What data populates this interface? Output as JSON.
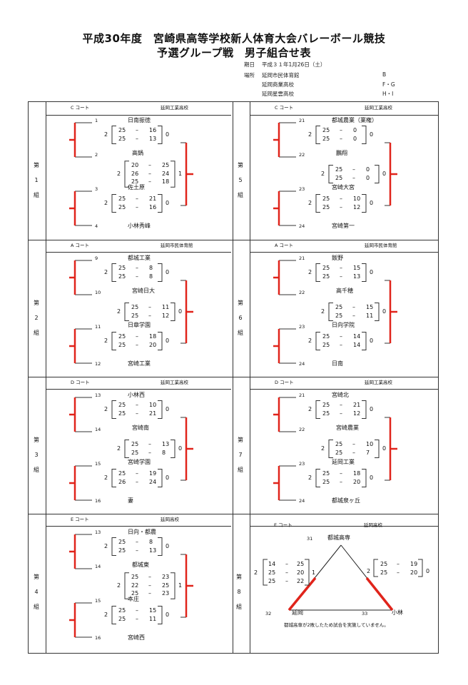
{
  "header": {
    "title_line1": "平成30年度　宮崎県高等学校新人体育大会バレーボール競技",
    "title_line2": "予選グループ戦　男子組合せ表",
    "date_label": "期日",
    "date_value": "平成３１年1月26日（土）",
    "venue_label": "場所",
    "venues": [
      {
        "name": "延岡市民体育館",
        "groups": "B"
      },
      {
        "name": "延岡商業高校",
        "groups": "F・G"
      },
      {
        "name": "延岡星雲高校",
        "groups": "H・I"
      }
    ]
  },
  "groups": [
    {
      "label": [
        "第",
        "1",
        "組"
      ],
      "court": "C コート",
      "venue": "延岡工業高校",
      "num_top": "1",
      "team_top": "日南振徳",
      "m1": {
        "sets": [
          [
            "25",
            "16"
          ],
          [
            "25",
            "13"
          ]
        ],
        "left": "2",
        "right": "0"
      },
      "num_second": "2",
      "team_second": "高鍋",
      "num_third": "3",
      "team_third": "佐土原",
      "m2": {
        "sets": [
          [
            "25",
            "21"
          ],
          [
            "25",
            "16"
          ]
        ],
        "left": "2",
        "right": "0"
      },
      "num_bottom": "4",
      "team_bottom": "小林秀峰",
      "final": {
        "sets": [
          [
            "20",
            "25"
          ],
          [
            "26",
            "24"
          ],
          [
            "25",
            "18"
          ]
        ],
        "left": "2",
        "right": "1"
      }
    },
    {
      "label": [
        "第",
        "5",
        "組"
      ],
      "court": "C コート",
      "venue": "延岡工業高校",
      "num_top": "21",
      "team_top": "都城農業（業権）",
      "m1": {
        "sets": [
          [
            "25",
            "0"
          ],
          [
            "25",
            "0"
          ]
        ],
        "left": "2",
        "right": "0"
      },
      "num_second": "22",
      "team_second": "鵬翔",
      "num_third": "23",
      "team_third": "宮崎大宮",
      "m2": {
        "sets": [
          [
            "25",
            "10"
          ],
          [
            "25",
            "12"
          ]
        ],
        "left": "2",
        "right": "0"
      },
      "num_bottom": "24",
      "team_bottom": "宮崎第一",
      "final": {
        "sets": [
          [
            "25",
            "0"
          ],
          [
            "25",
            "0"
          ]
        ],
        "left": "2",
        "right": "0"
      }
    },
    {
      "label": [
        "第",
        "2",
        "組"
      ],
      "court": "A コート",
      "venue": "延岡市民体育館",
      "num_top": "9",
      "team_top": "都城工業",
      "m1": {
        "sets": [
          [
            "25",
            "8"
          ],
          [
            "25",
            "8"
          ]
        ],
        "left": "2",
        "right": "0"
      },
      "num_second": "10",
      "team_second": "宮崎日大",
      "num_third": "11",
      "team_third": "日章学園",
      "m2": {
        "sets": [
          [
            "25",
            "18"
          ],
          [
            "25",
            "20"
          ]
        ],
        "left": "2",
        "right": "0"
      },
      "num_bottom": "12",
      "team_bottom": "宮崎工業",
      "final": {
        "sets": [
          [
            "25",
            "11"
          ],
          [
            "25",
            "12"
          ]
        ],
        "left": "2",
        "right": "0"
      }
    },
    {
      "label": [
        "第",
        "6",
        "組"
      ],
      "court": "A コート",
      "venue": "延岡市民体育館",
      "num_top": "21",
      "team_top": "飯野",
      "m1": {
        "sets": [
          [
            "25",
            "15"
          ],
          [
            "25",
            "13"
          ]
        ],
        "left": "2",
        "right": "0"
      },
      "num_second": "22",
      "team_second": "高千穂",
      "num_third": "23",
      "team_third": "日向学院",
      "m2": {
        "sets": [
          [
            "25",
            "14"
          ],
          [
            "25",
            "14"
          ]
        ],
        "left": "2",
        "right": "0"
      },
      "num_bottom": "24",
      "team_bottom": "日南",
      "final": {
        "sets": [
          [
            "25",
            "15"
          ],
          [
            "25",
            "11"
          ]
        ],
        "left": "2",
        "right": "0"
      }
    },
    {
      "label": [
        "第",
        "3",
        "組"
      ],
      "court": "D コート",
      "venue": "延岡工業高校",
      "num_top": "13",
      "team_top": "小林西",
      "m1": {
        "sets": [
          [
            "25",
            "10"
          ],
          [
            "25",
            "21"
          ]
        ],
        "left": "2",
        "right": "0"
      },
      "num_second": "14",
      "team_second": "宮崎南",
      "num_third": "15",
      "team_third": "宮崎学園",
      "m2": {
        "sets": [
          [
            "25",
            "19"
          ],
          [
            "26",
            "24"
          ]
        ],
        "left": "2",
        "right": "0"
      },
      "num_bottom": "16",
      "team_bottom": "妻",
      "final": {
        "sets": [
          [
            "25",
            "13"
          ],
          [
            "25",
            "8"
          ]
        ],
        "left": "2",
        "right": "0"
      }
    },
    {
      "label": [
        "第",
        "7",
        "組"
      ],
      "court": "D コート",
      "venue": "延岡工業高校",
      "num_top": "21",
      "team_top": "宮崎北",
      "m1": {
        "sets": [
          [
            "25",
            "21"
          ],
          [
            "25",
            "12"
          ]
        ],
        "left": "2",
        "right": "0"
      },
      "num_second": "22",
      "team_second": "宮崎農業",
      "num_third": "23",
      "team_third": "延岡工業",
      "m2": {
        "sets": [
          [
            "25",
            "18"
          ],
          [
            "25",
            "20"
          ]
        ],
        "left": "2",
        "right": "0"
      },
      "num_bottom": "24",
      "team_bottom": "都城泉ヶ丘",
      "final": {
        "sets": [
          [
            "25",
            "10"
          ],
          [
            "25",
            "7"
          ]
        ],
        "left": "2",
        "right": "0"
      }
    },
    {
      "label": [
        "第",
        "4",
        "組"
      ],
      "court": "E コート",
      "venue": "延岡高校",
      "num_top": "13",
      "team_top": "日向・都農",
      "m1": {
        "sets": [
          [
            "25",
            "8"
          ],
          [
            "25",
            "13"
          ]
        ],
        "left": "2",
        "right": "0"
      },
      "num_second": "14",
      "team_second": "都城東",
      "num_third": "15",
      "team_third": "本庄",
      "m2": {
        "sets": [
          [
            "25",
            "15"
          ],
          [
            "25",
            "11"
          ]
        ],
        "left": "2",
        "right": "0"
      },
      "num_bottom": "16",
      "team_bottom": "宮崎西",
      "final": {
        "sets": [
          [
            "25",
            "23"
          ],
          [
            "22",
            "25"
          ],
          [
            "25",
            "23"
          ]
        ],
        "left": "2",
        "right": "1"
      }
    }
  ],
  "group8": {
    "label": [
      "第",
      "8",
      "組"
    ],
    "court": "E コート",
    "venue": "延岡高校",
    "top_num": "31",
    "top_team": "都城高専",
    "left_num": "32",
    "left_team": "延岡",
    "right_num": "33",
    "right_team": "小林",
    "left_match": {
      "sets": [
        [
          "14",
          "25"
        ],
        [
          "25",
          "20"
        ],
        [
          "25",
          "22"
        ]
      ],
      "left": "2",
      "right": "1"
    },
    "right_match": {
      "sets": [
        [
          "25",
          "19"
        ],
        [
          "25",
          "20"
        ]
      ],
      "left": "2",
      "right": "0"
    },
    "note": "都城高専が2敗したため試合を実施していません。"
  }
}
